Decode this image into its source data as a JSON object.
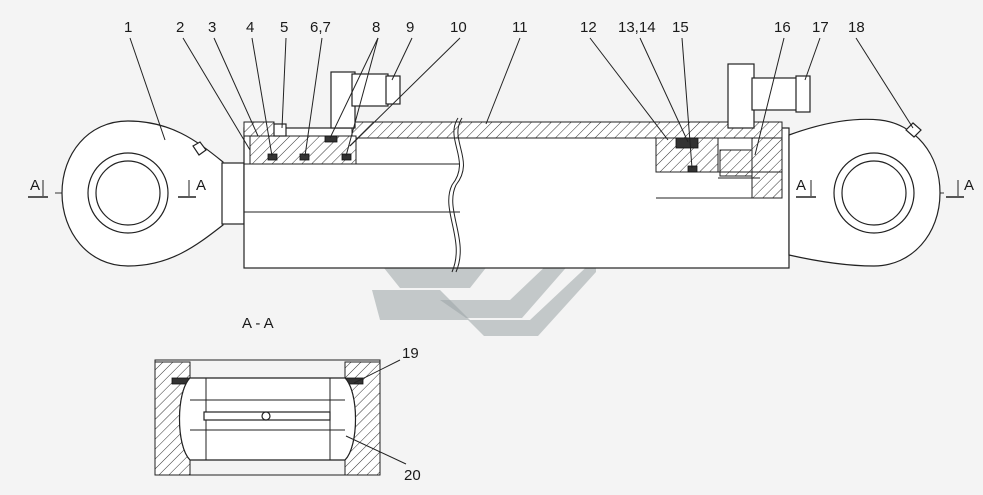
{
  "drawing": {
    "callouts": [
      {
        "id": "c1",
        "label": "1"
      },
      {
        "id": "c2",
        "label": "2"
      },
      {
        "id": "c3",
        "label": "3"
      },
      {
        "id": "c4",
        "label": "4"
      },
      {
        "id": "c5",
        "label": "5"
      },
      {
        "id": "c6",
        "label": "6,7"
      },
      {
        "id": "c8",
        "label": "8"
      },
      {
        "id": "c9",
        "label": "9"
      },
      {
        "id": "c10",
        "label": "10"
      },
      {
        "id": "c11",
        "label": "11"
      },
      {
        "id": "c12",
        "label": "12"
      },
      {
        "id": "c13",
        "label": "13,14"
      },
      {
        "id": "c15",
        "label": "15"
      },
      {
        "id": "c16",
        "label": "16"
      },
      {
        "id": "c17",
        "label": "17"
      },
      {
        "id": "c18",
        "label": "18"
      },
      {
        "id": "c19",
        "label": "19"
      },
      {
        "id": "c20",
        "label": "20"
      }
    ],
    "section_marks": {
      "left_1": "A",
      "left_2": "A",
      "right_1": "A",
      "right_2": "A"
    },
    "section_title": "A - A"
  }
}
